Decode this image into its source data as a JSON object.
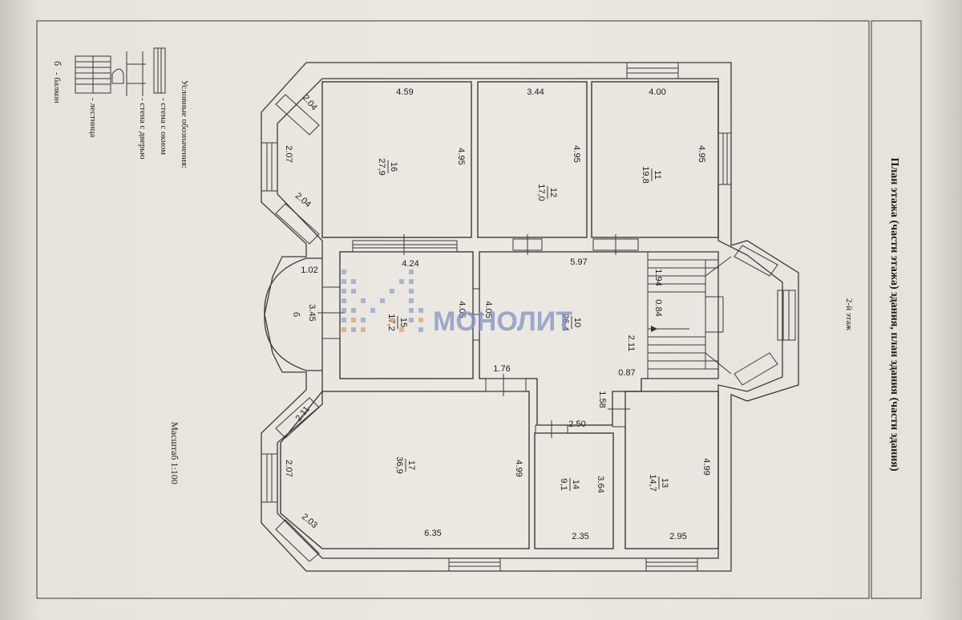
{
  "title": "План этажа (части этажа) здания, план здания (части здания)",
  "floor_label": "2-й этаж",
  "scale_label": "Масштаб 1:100",
  "legend": {
    "heading": "Условные обозначения:",
    "items": [
      {
        "label": "- стена с окном"
      },
      {
        "label": "- стена с дверью"
      },
      {
        "label": "- лестница"
      },
      {
        "symbol": "б",
        "label": "- балкон"
      }
    ]
  },
  "watermark": "МОНОЛИТ",
  "rooms": [
    {
      "id": "16",
      "number": "16",
      "area": "27,9",
      "dims": [
        "4.59",
        "4.95",
        "2.04",
        "2.07",
        "2.04"
      ]
    },
    {
      "id": "12",
      "number": "12",
      "area": "17,0",
      "dims": [
        "3.44",
        "4.95"
      ]
    },
    {
      "id": "11",
      "number": "11",
      "area": "19,8",
      "dims": [
        "4.00",
        "4.95"
      ]
    },
    {
      "id": "15",
      "number": "15",
      "area": "17,2",
      "dims": [
        "4.24",
        "4.05",
        "1.02",
        "3.45"
      ]
    },
    {
      "id": "10",
      "number": "10",
      "area": "26,4",
      "dims": [
        "5.97",
        "4.05",
        "1.94",
        "0.84",
        "2.11",
        "0.87",
        "1.76"
      ]
    },
    {
      "id": "17",
      "number": "17",
      "area": "36,9",
      "dims": [
        "2.11",
        "2.07",
        "2.03",
        "6.35",
        "4.99"
      ]
    },
    {
      "id": "14",
      "number": "14",
      "area": "9,1",
      "dims": [
        "2.50",
        "3.64",
        "2.35"
      ]
    },
    {
      "id": "13",
      "number": "13",
      "area": "14,7",
      "dims": [
        "1.58",
        "4.99",
        "2.95"
      ]
    }
  ],
  "balcony_symbol": "б"
}
